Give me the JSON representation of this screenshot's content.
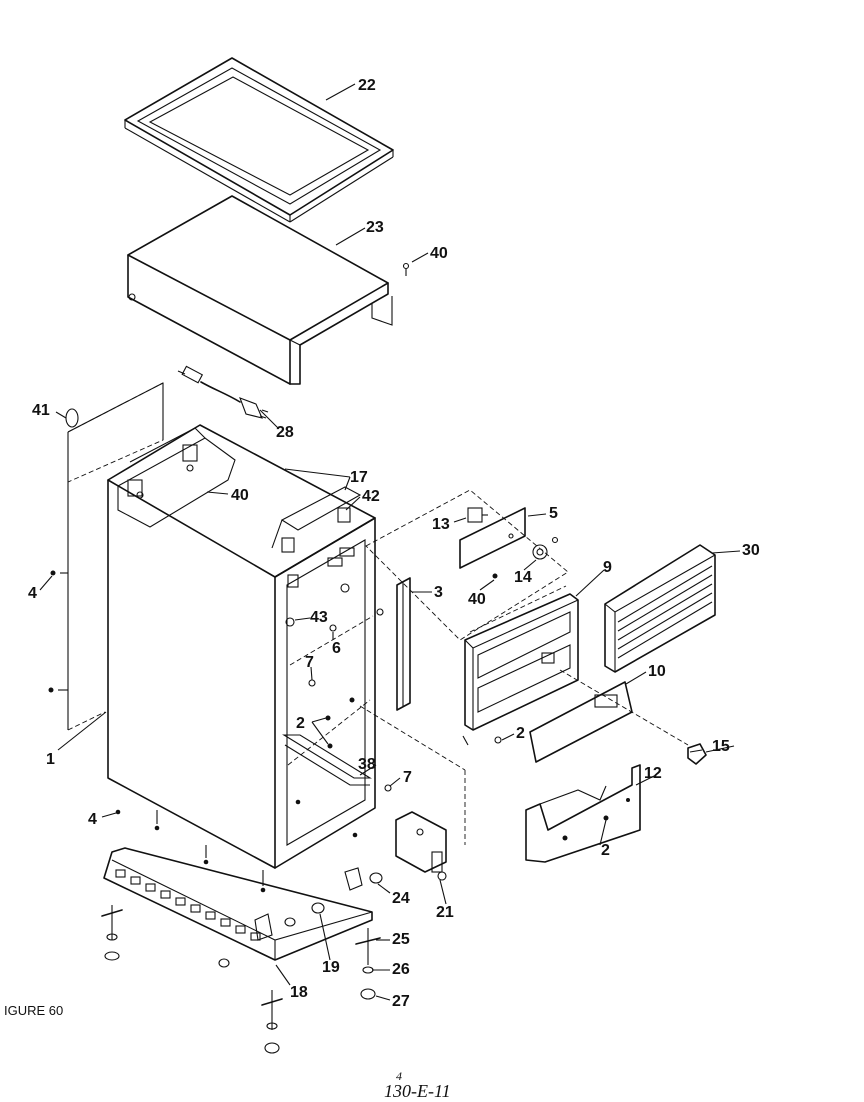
{
  "figure_caption": "IGURE 60",
  "page_note_top": "4",
  "page_note": "130-E-11",
  "callouts": {
    "c22": "22",
    "c23": "23",
    "c40a": "40",
    "c28": "28",
    "c41": "41",
    "c17": "17",
    "c40b": "40",
    "c42": "42",
    "c13": "13",
    "c5": "5",
    "c30": "30",
    "c14": "14",
    "c40c": "40",
    "c9": "9",
    "c3": "3",
    "c4a": "4",
    "c43": "43",
    "c6": "6",
    "c7a": "7",
    "c10": "10",
    "c2a": "2",
    "c2b": "2",
    "c15": "15",
    "c1": "1",
    "c38": "38",
    "c7b": "7",
    "c12": "12",
    "c4b": "4",
    "c2c": "2",
    "c24": "24",
    "c21": "21",
    "c25": "25",
    "c19": "19",
    "c26": "26",
    "c18": "18",
    "c27": "27"
  }
}
